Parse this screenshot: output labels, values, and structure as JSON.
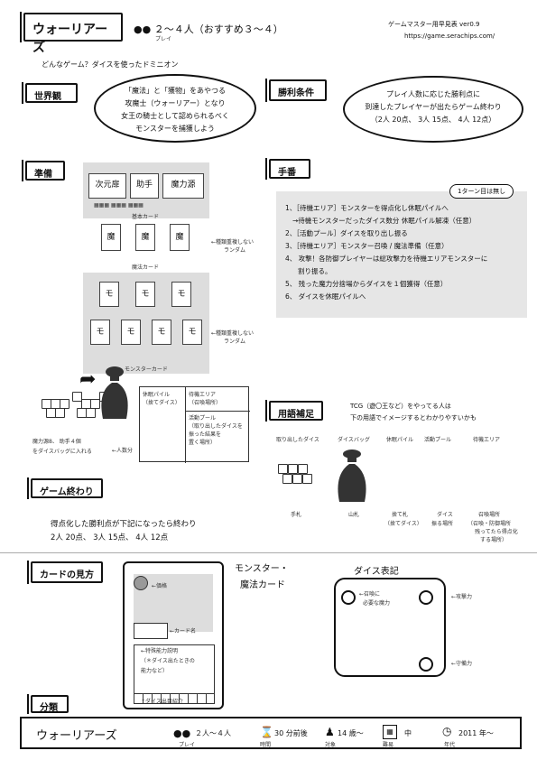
{
  "header": {
    "title": "ウォーリアーズ",
    "players": "２～４人（おすすめ３～４）",
    "players_sub": "プレイ",
    "reference_label": "ゲームマスター用早見表 ver0.9",
    "url": "https://game.serachips.com/",
    "tagline": "どんなゲーム？ダイスを使ったドミニオン"
  },
  "world": {
    "label": "世界観",
    "bubble": [
      "「魔法」と「獲物」をあやつる",
      "攻魔士（ウォーリアー）となり",
      "女王の騎士として認められるべく",
      "モンスターを捕獲しよう"
    ]
  },
  "victory": {
    "label": "勝利条件",
    "bubble": [
      "プレイ人数に応じた勝利点に",
      "到達したプレイヤーが出たらゲーム終わり",
      "（2人 20点、 3人 15点、 4人 12点）"
    ]
  },
  "setup": {
    "label": "準備",
    "basic_cards": [
      "次元扉",
      "助手",
      "魔力源"
    ],
    "basic_caption": "基本カード",
    "magic_card": "魔",
    "magic_caption": "魔法カード",
    "monster_card": "モ",
    "monster_caption": "モンスターカード",
    "random_note_1": "←種類重複しない",
    "random_note_1b": "ランダム",
    "random_note_2": "←種類重複しない",
    "random_note_2b": "ランダム",
    "dice_note_1": "魔力源8、 助手４個",
    "dice_note_2": "をダイスバッグに入れる",
    "dice_note_3": "←人数分",
    "board_discard": "休眠パイル",
    "board_discard_sub": "（捨てダイス）",
    "board_wait": "待機エリア",
    "board_wait_sub": "（召喚場所）",
    "board_active": "活動プール",
    "board_active_sub1": "（取り出したダイスを",
    "board_active_sub2": "振った結果を",
    "board_active_sub3": "置く場所）"
  },
  "turn": {
    "label": "手番",
    "first_turn_note": "1ターン目は無し",
    "steps": [
      "1、［待機エリア］モンスターを得点化し休眠パイルへ",
      "→待機モンスターだったダイス数分 休眠パイル解凍（任意）",
      "2、［活動プール］ダイスを取り出し振る",
      "3、［待機エリア］モンスター召喚 / 魔法準備（任意）",
      "4、 攻撃！各防御プレイヤーは総攻撃力を待機エリアモンスターに",
      "割り振る。",
      "5、 残った魔力分捨場からダイスを１個獲得（任意）",
      "6、 ダイスを休眠パイルへ"
    ]
  },
  "terms": {
    "label": "用語補足",
    "intro_1": "TCG（遊〇王など）をやってる人は",
    "intro_2": "下の用語でイメージするとわかりやすいかも",
    "headers": [
      "取り出したダイス",
      "ダイスバッグ",
      "休眠パイル",
      "活動プール",
      "待機エリア"
    ],
    "mapping": [
      "手札",
      "山札",
      "捨て札",
      "ダイス",
      "召喚場所"
    ],
    "mapping_sub": [
      "",
      "",
      "（捨てダイス）",
      "振る場所",
      "（召喚・防御場所"
    ],
    "mapping_sub2": [
      "",
      "",
      "",
      "",
      "残ってたら得点化"
    ],
    "mapping_sub3": [
      "",
      "",
      "",
      "",
      "する場所）"
    ]
  },
  "game_end": {
    "label": "ゲーム終わり",
    "text_1": "得点化した勝利点が下記になったら終わり",
    "text_2": "2人 20点、 3人 15点、 4人 12点"
  },
  "card_view": {
    "label": "カードの見方",
    "title_1": "モンスター・",
    "title_2": "魔法カード",
    "price": "←価格",
    "name": "←カード名",
    "ability_1": "←特殊能力説明",
    "ability_2": "（＊ダイス出たときの",
    "ability_3": "能力など）",
    "dice_intro": "↑ダイス出目紹介"
  },
  "dice_notation": {
    "title": "ダイス表記",
    "summon_1": "←召喚に",
    "summon_2": "必要な魔力",
    "attack": "←攻撃力",
    "defense": "←守備力"
  },
  "classification": {
    "label": "分類",
    "title": "ウォーリアーズ",
    "players": "２人～４人",
    "players_sub": "プレイ",
    "time": "30 分前後",
    "time_sub": "時間",
    "age": "14 歳～",
    "age_sub": "対象",
    "difficulty": "中",
    "difficulty_sub": "難易",
    "year": "2011 年～",
    "year_sub": "年代"
  }
}
